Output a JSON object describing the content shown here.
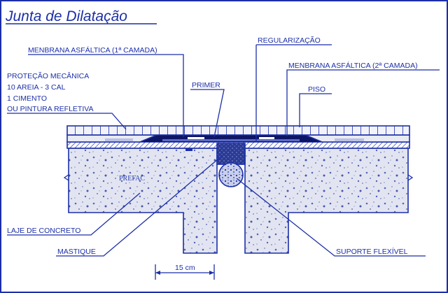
{
  "title": "Junta de Dilatação",
  "labels": {
    "membrana_1": "MENBRANA ASFÁLTICA (1ª CAMADA)",
    "regularizacao": "REGULARIZAÇÃO",
    "membrana_2": "MENBRANA ASFÁLTICA (2ª CAMADA)",
    "protecao_1": "PROTEÇÃO MECÂNICA",
    "protecao_2": "10 AREIA - 3 CAL",
    "protecao_3": "1 CIMENTO",
    "protecao_4": "OU PINTURA REFLETIVA",
    "primer": "PRIMER",
    "piso": "PISO",
    "laje": "LAJE DE CONCRETO",
    "mastique": "MASTIQUE",
    "suporte": "SUPORTE FLEXÍVEL",
    "watermark": "PREFAC",
    "dimension": "15 cm"
  },
  "colors": {
    "line": "#1c2fa8",
    "concrete": "#dfe2ef",
    "membrane": "#0d1566"
  }
}
